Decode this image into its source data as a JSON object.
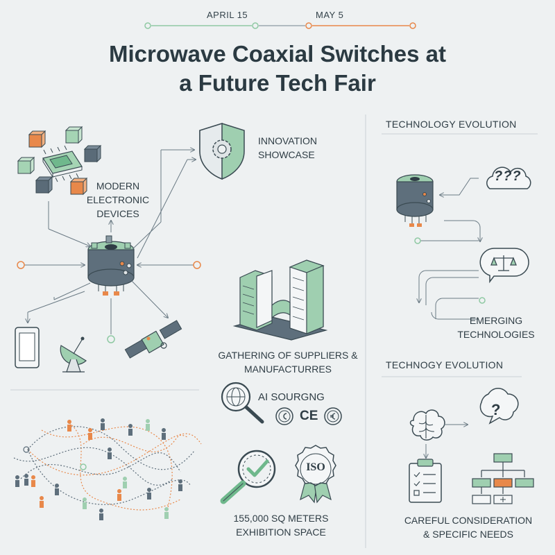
{
  "timeline": {
    "start_label": "APRIL 15",
    "end_label": "MAY 5"
  },
  "header": {
    "title_line1": "Microwave Coaxial Switches at",
    "title_line2": "a Future Tech Fair"
  },
  "left": {
    "devices_line1": "MODERN",
    "devices_line2": "ELECTRONIC",
    "devices_line3": "DEVICES"
  },
  "center": {
    "innovation_line1": "INNOVATION",
    "innovation_line2": "SHOWCASE",
    "gathering_line1": "GATHERING OF SUPPLIERS &",
    "gathering_line2": "MANUFACTURRES",
    "ai_label": "AI SOURGNG",
    "iso_label": "ISO",
    "ce_label": "CE",
    "space_line1": "155,000 SQ METERS",
    "space_line2": "EXHIBITION SPACE"
  },
  "right": {
    "section1_heading": "TECHNOLOGY EVOLUTION",
    "emerging_line1": "EMERGING",
    "emerging_line2": "TECHNOLOGIES",
    "section2_heading": "TECHNOGY EVOLUTION",
    "careful_line1": "CAREFUL CONSIDERATION",
    "careful_line2": "& SPECIFIC NEEDS",
    "question_marks": "???",
    "question_mark": "?"
  },
  "colors": {
    "accent_green": "#8fc9a3",
    "accent_orange": "#e8884a",
    "dark_slate": "#5a6b78",
    "line": "#6a7a84"
  }
}
